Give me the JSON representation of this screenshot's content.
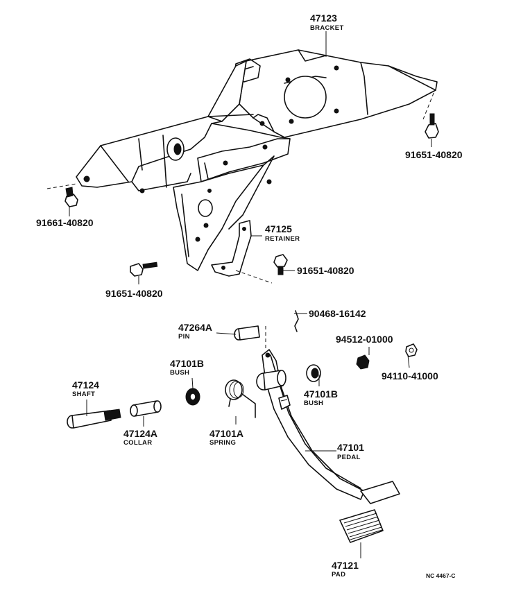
{
  "labels": {
    "bracket": {
      "part": "47123",
      "name": "BRACKET"
    },
    "bolt_right": {
      "part": "91651-40820"
    },
    "bolt_left": {
      "part": "91661-40820"
    },
    "retainer": {
      "part": "47125",
      "name": "RETAINER"
    },
    "bolt_mid": {
      "part": "91651-40820"
    },
    "bolt_low": {
      "part": "91651-40820"
    },
    "clip": {
      "part": "90468-16142"
    },
    "pin": {
      "part": "47264A",
      "name": "PIN"
    },
    "nut_a": {
      "part": "94512-01000"
    },
    "nut_b": {
      "part": "94110-41000"
    },
    "bush_l": {
      "part": "47101B",
      "name": "BUSH"
    },
    "bush_r": {
      "part": "47101B",
      "name": "BUSH"
    },
    "shaft": {
      "part": "47124",
      "name": "SHAFT"
    },
    "collar": {
      "part": "47124A",
      "name": "COLLAR"
    },
    "spring": {
      "part": "47101A",
      "name": "SPRING"
    },
    "pedal": {
      "part": "47101",
      "name": "PEDAL"
    },
    "pad": {
      "part": "47121",
      "name": "PAD"
    }
  },
  "reference_code": "NC 4467-C"
}
